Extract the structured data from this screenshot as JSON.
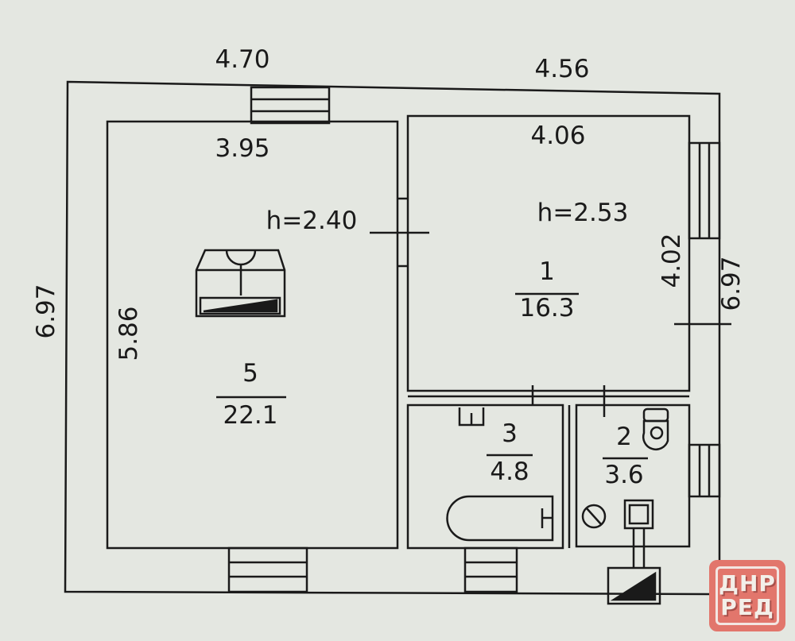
{
  "dimensions": {
    "top_left": "4.70",
    "top_right": "4.56",
    "left_outer": "6.97",
    "right_outer": "6.97",
    "room5_width": "3.95",
    "room5_length": "5.86",
    "room1_width": "4.06",
    "room1_length": "4.02",
    "height_left": "h=2.40",
    "height_right": "h=2.53"
  },
  "rooms": [
    {
      "number": "5",
      "area": "22.1"
    },
    {
      "number": "1",
      "area": "16.3"
    },
    {
      "number": "3",
      "area": "4.8"
    },
    {
      "number": "2",
      "area": "3.6"
    }
  ],
  "logo": {
    "line1": "ДНР",
    "line2": "РЕД"
  },
  "colors": {
    "paper": "#e4e7e1",
    "ink": "#1a1a1a",
    "logo": "#e2766c"
  }
}
